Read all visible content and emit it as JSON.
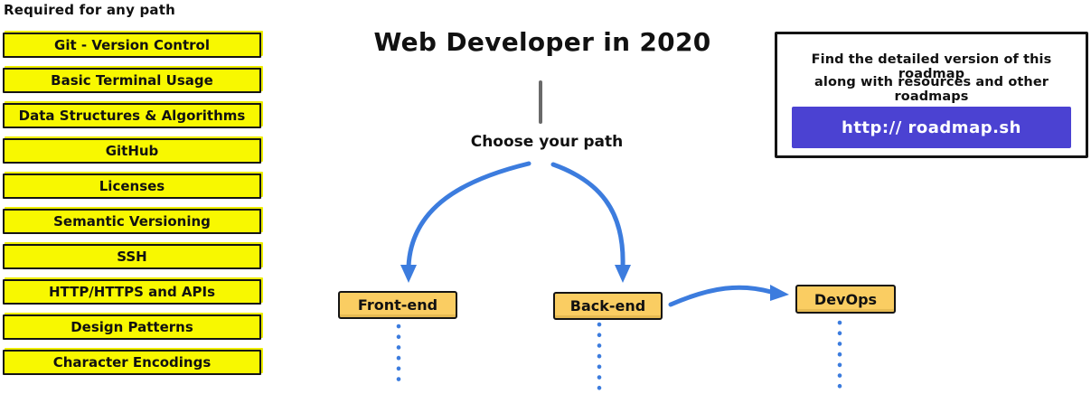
{
  "colors": {
    "topic_yellow": "#F8F800",
    "path_orange": "#FACD62",
    "arrow_blue": "#3C7CDE",
    "button_purple": "#4B42D2",
    "connector_gray": "#6A6A6A",
    "ink": "#111111"
  },
  "left_panel": {
    "heading": "Required for any path",
    "items": [
      "Git - Version Control",
      "Basic Terminal Usage",
      "Data Structures & Algorithms",
      "GitHub",
      "Licenses",
      "Semantic Versioning",
      "SSH",
      "HTTP/HTTPS and APIs",
      "Design Patterns",
      "Character Encodings"
    ]
  },
  "center": {
    "title": "Web Developer in 2020",
    "subtitle": "Choose your path",
    "paths": [
      "Front-end",
      "Back-end",
      "DevOps"
    ]
  },
  "info_box": {
    "line1": "Find the detailed version of this roadmap",
    "line2": "along with resources and other roadmaps",
    "button_label": "http:// roadmap.sh"
  }
}
